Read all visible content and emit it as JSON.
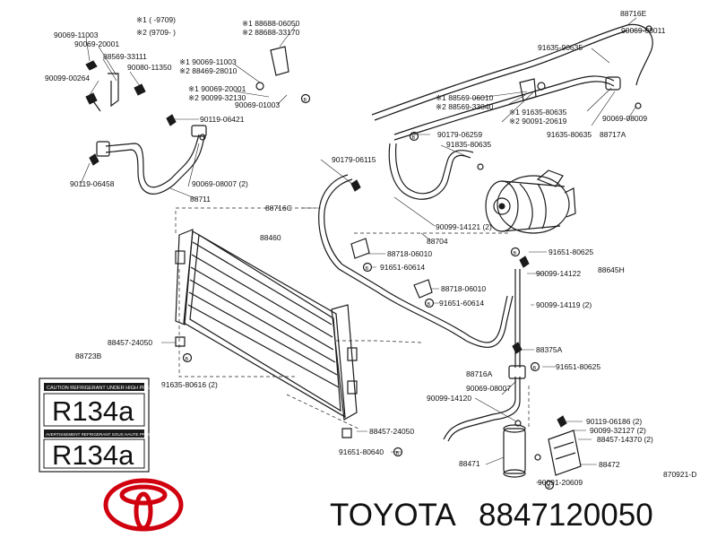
{
  "notes": {
    "note1": "※1 (      -9709)",
    "note2": "※2 (9709-      )"
  },
  "labels": {
    "p90069_11003": "90069-11003",
    "p90069_20001": "90069-20001",
    "p88569_33111": "88569-33111",
    "p90080_11350": "90080-11350",
    "p90099_00264": "90099-00264",
    "p1_90069_11003": "※1 90069-11003",
    "p2_88469_28010": "※2 88469-28010",
    "p1_88688_06050": "※1 88688-06050",
    "p2_88688_33170": "※2 88688-33170",
    "p1_90069_20001": "※1 90069-20001",
    "p2_90099_32130": "※2 90099-32130",
    "p90069_01003": "90069-01003",
    "p88716E": "88716E",
    "p90069_08011": "90069-08011",
    "p91635_90635": "91635-90635",
    "p1_88569_06010": "※1 88569-06010",
    "p2_88569_33040": "※2 88569-33040",
    "p1_91635_80635": "※1 91635-80635",
    "p2_90091_20619": "※2 90091-20619",
    "p90069_08009": "90069-08009",
    "p91635_80635": "91635-80635",
    "p88717A": "88717A",
    "p90119_06421": "90119-06421",
    "p90179_06259": "90179-06259",
    "p91835_80635": "91835-80635",
    "p90179_06115": "90179-06115",
    "p90119_06458": "90119-06458",
    "p90069_08007_2": "90069-08007 (2)",
    "p88711": "88711",
    "p88716C": "88716C",
    "p90099_14121_2": "90099-14121 (2)",
    "p88704": "88704",
    "p88460": "88460",
    "p88718_06010_a": "88718-06010",
    "p91651_60614": "91651-60614",
    "p91651_80625_a": "91651-80625",
    "p90099_14122": "90099-14122",
    "p88645H": "88645H",
    "p88718_06010_b": "88718-06010",
    "p91651_60614_b": "91651-60614",
    "p90099_14119_2": "90099-14119 (2)",
    "p88457_24050_a": "88457-24050",
    "p88375A": "88375A",
    "p88723B": "88723B",
    "p91635_80616_2": "91635-80616 (2)",
    "p91651_80625_b": "91651-80625",
    "p88716A": "88716A",
    "p90069_08007": "90069-08007",
    "p90099_14120": "90099-14120",
    "p90119_06186_2": "90119-06186 (2)",
    "p88457_24050_b": "88457-24050",
    "p90099_32127_2": "90099-32127 (2)",
    "p88457_14370_2": "88457-14370 (2)",
    "p91651_80640": "91651-80640",
    "p88471": "88471",
    "p88472": "88472",
    "p90091_20609": "90091-20609",
    "p870921_D": "870921-D"
  },
  "caution_label": {
    "header1": "CAUTION  REFRIGERANT UNDER HIGH PRESSURE",
    "value1": "R134a",
    "header2": "AVERTISSEMENT REFRIGERANT SOUS HAUTE PRESSION",
    "value2": "R134a"
  },
  "footer": {
    "brand": "TOYOTA",
    "part_number": "8847120050"
  },
  "icons": {
    "bolt": "bolt-icon",
    "clamp": "clamp-icon",
    "o_ring": "o-ring-icon",
    "circled_b": "circled-b-marker",
    "logo": "toyota-logo"
  },
  "colors": {
    "ink": "#1a1a1a",
    "logo_red": "#d0000f",
    "background": "#ffffff"
  }
}
